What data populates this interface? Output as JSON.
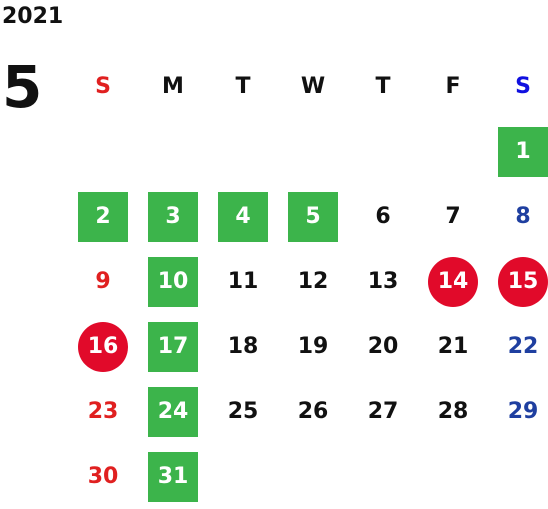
{
  "year": "2021",
  "month": "5",
  "colors": {
    "sunday": "#e02020",
    "saturday": "#1f3fa0",
    "weekday": "#111111",
    "green_highlight": "#3cb44b",
    "red_circle": "#e10a2a",
    "header_saturday": "#1010e0"
  },
  "weekdays": [
    "S",
    "M",
    "T",
    "W",
    "T",
    "F",
    "S"
  ],
  "days": [
    {
      "label": "1",
      "col": 7,
      "row": 1,
      "style": "green"
    },
    {
      "label": "2",
      "col": 1,
      "row": 2,
      "style": "green"
    },
    {
      "label": "3",
      "col": 2,
      "row": 2,
      "style": "green"
    },
    {
      "label": "4",
      "col": 3,
      "row": 2,
      "style": "green"
    },
    {
      "label": "5",
      "col": 4,
      "row": 2,
      "style": "green"
    },
    {
      "label": "6",
      "col": 5,
      "row": 2,
      "style": "plain"
    },
    {
      "label": "7",
      "col": 6,
      "row": 2,
      "style": "plain"
    },
    {
      "label": "8",
      "col": 7,
      "row": 2,
      "style": "plain"
    },
    {
      "label": "9",
      "col": 1,
      "row": 3,
      "style": "plain"
    },
    {
      "label": "10",
      "col": 2,
      "row": 3,
      "style": "green"
    },
    {
      "label": "11",
      "col": 3,
      "row": 3,
      "style": "plain"
    },
    {
      "label": "12",
      "col": 4,
      "row": 3,
      "style": "plain"
    },
    {
      "label": "13",
      "col": 5,
      "row": 3,
      "style": "plain"
    },
    {
      "label": "14",
      "col": 6,
      "row": 3,
      "style": "circle"
    },
    {
      "label": "15",
      "col": 7,
      "row": 3,
      "style": "circle"
    },
    {
      "label": "16",
      "col": 1,
      "row": 4,
      "style": "circle"
    },
    {
      "label": "17",
      "col": 2,
      "row": 4,
      "style": "green"
    },
    {
      "label": "18",
      "col": 3,
      "row": 4,
      "style": "plain"
    },
    {
      "label": "19",
      "col": 4,
      "row": 4,
      "style": "plain"
    },
    {
      "label": "20",
      "col": 5,
      "row": 4,
      "style": "plain"
    },
    {
      "label": "21",
      "col": 6,
      "row": 4,
      "style": "plain"
    },
    {
      "label": "22",
      "col": 7,
      "row": 4,
      "style": "plain"
    },
    {
      "label": "23",
      "col": 1,
      "row": 5,
      "style": "plain"
    },
    {
      "label": "24",
      "col": 2,
      "row": 5,
      "style": "green"
    },
    {
      "label": "25",
      "col": 3,
      "row": 5,
      "style": "plain"
    },
    {
      "label": "26",
      "col": 4,
      "row": 5,
      "style": "plain"
    },
    {
      "label": "27",
      "col": 5,
      "row": 5,
      "style": "plain"
    },
    {
      "label": "28",
      "col": 6,
      "row": 5,
      "style": "plain"
    },
    {
      "label": "29",
      "col": 7,
      "row": 5,
      "style": "plain"
    },
    {
      "label": "30",
      "col": 1,
      "row": 6,
      "style": "plain"
    },
    {
      "label": "31",
      "col": 2,
      "row": 6,
      "style": "green"
    }
  ]
}
